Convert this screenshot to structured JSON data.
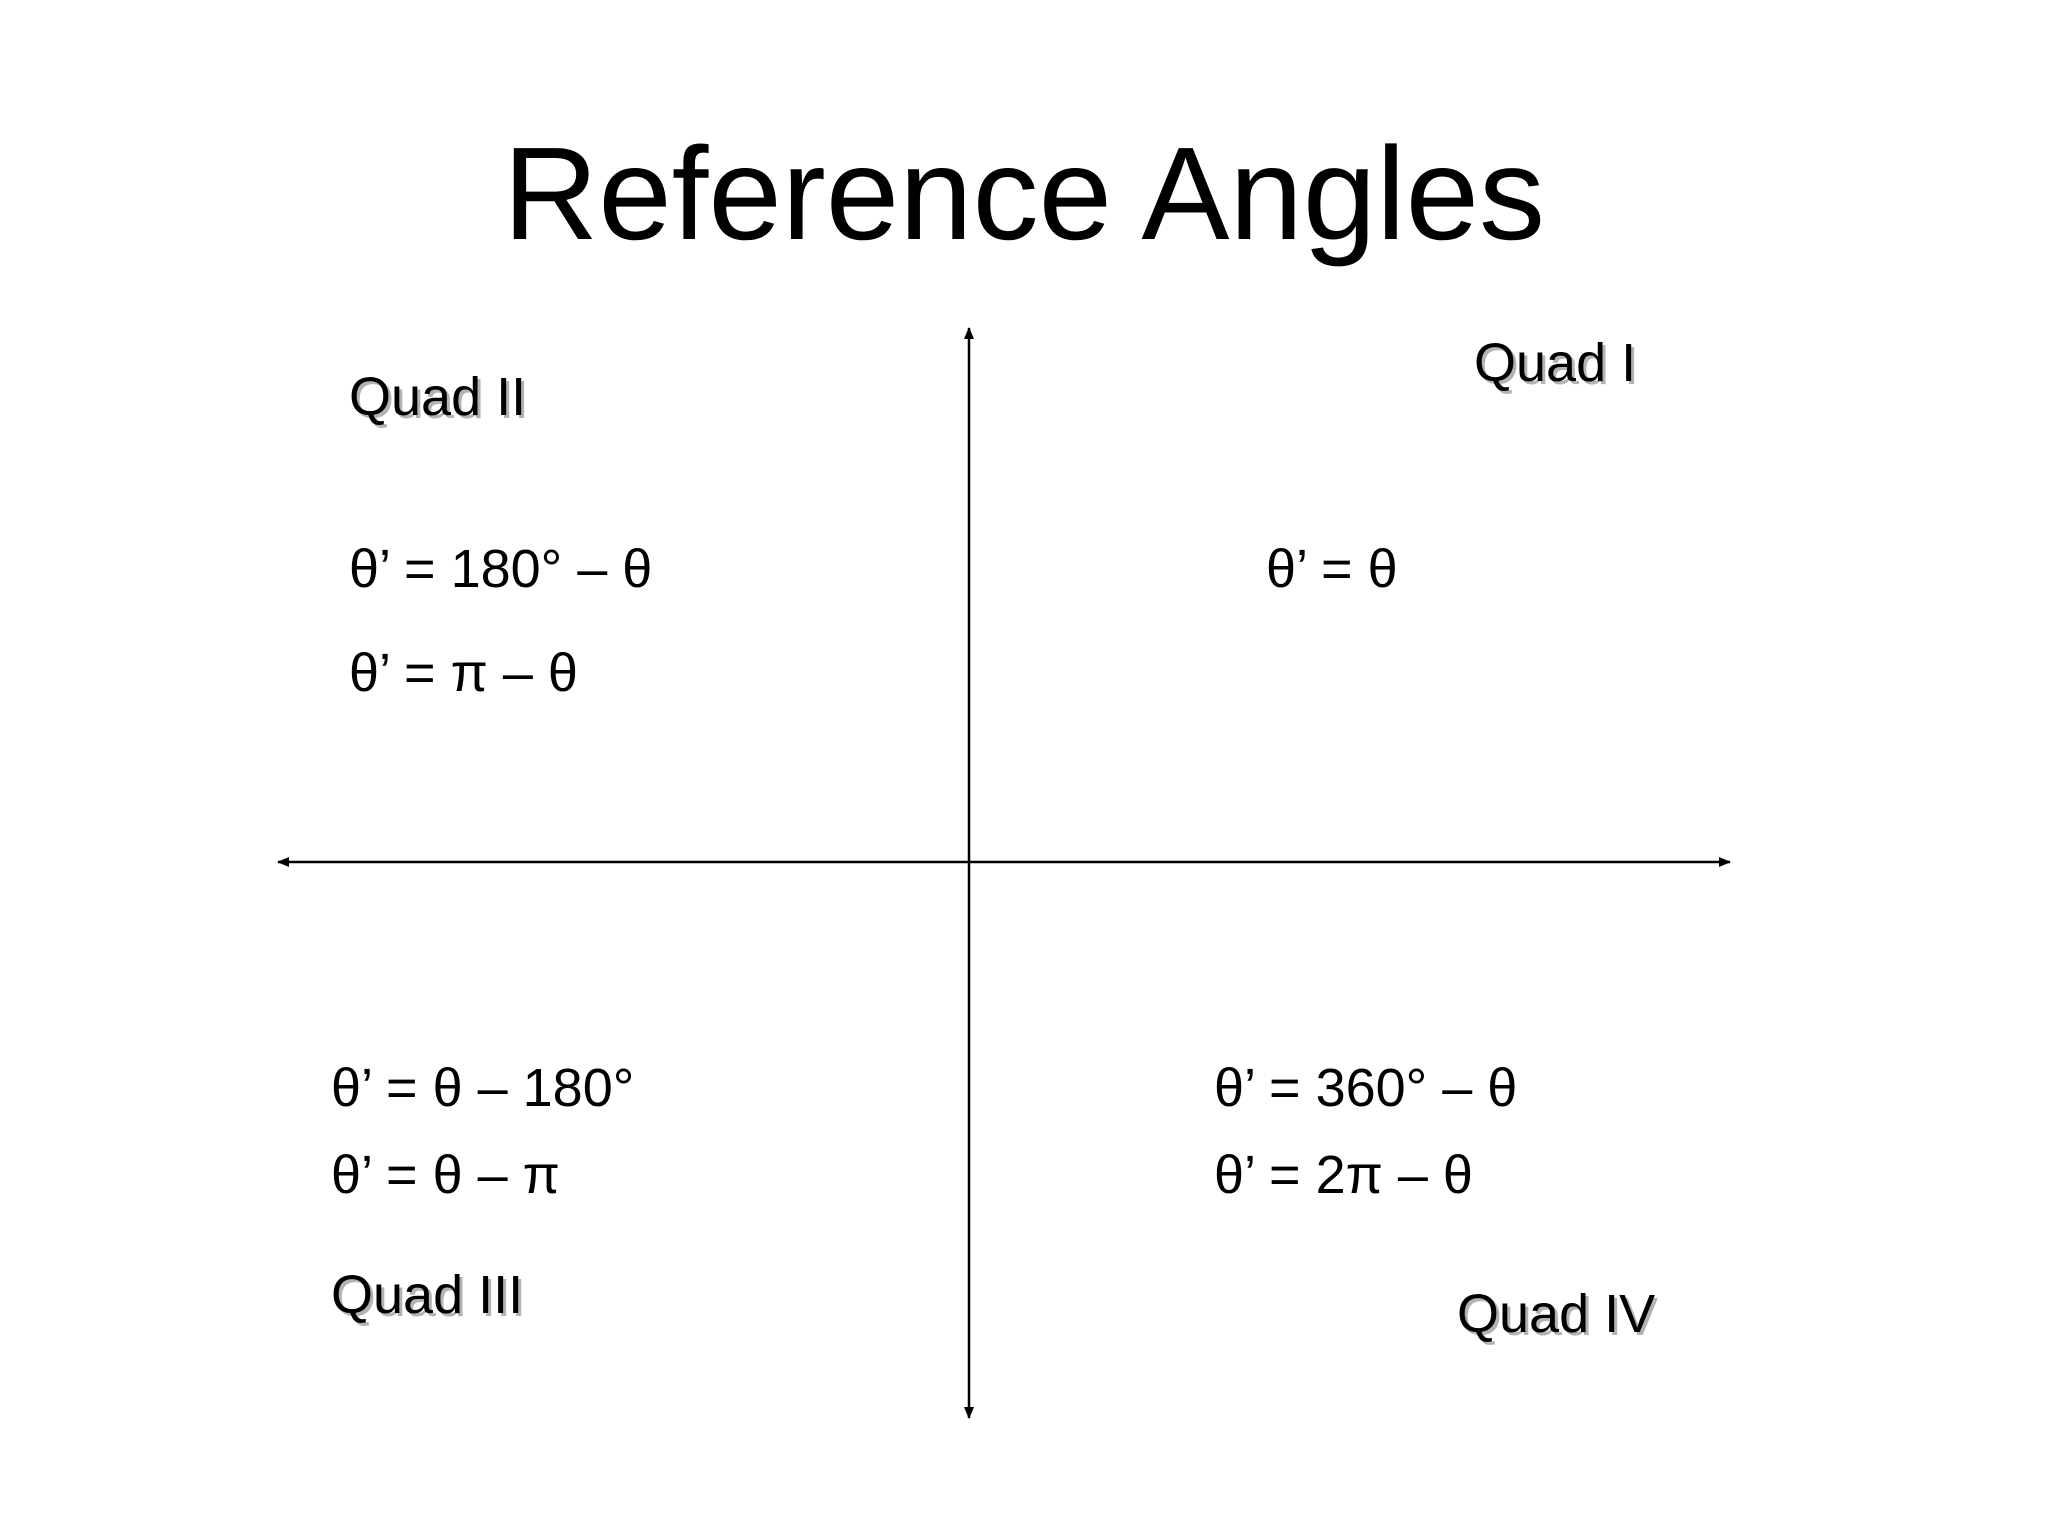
{
  "slide": {
    "title": "Reference Angles"
  },
  "quadrants": {
    "q1": {
      "label": "Quad I",
      "formulas": [
        "θ’ = θ"
      ]
    },
    "q2": {
      "label": "Quad II",
      "formulas": [
        "θ’ = 180° – θ",
        "θ’ = π – θ"
      ]
    },
    "q3": {
      "label": "Quad III",
      "formulas": [
        "θ’ = θ – 180°",
        "θ’ = θ – π"
      ]
    },
    "q4": {
      "label": "Quad IV",
      "formulas": [
        "θ’ = 360° – θ",
        "θ’ = 2π – θ"
      ]
    }
  },
  "colors": {
    "background": "#ffffff",
    "text": "#000000",
    "label_shadow": "#b3b3b3"
  }
}
